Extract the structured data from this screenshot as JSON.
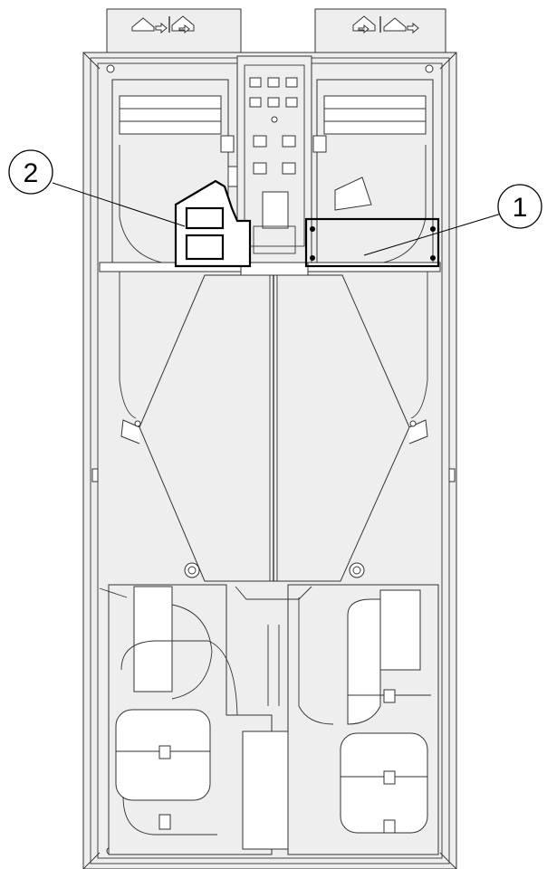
{
  "callouts": [
    {
      "number": "1",
      "target": "control-board-module"
    },
    {
      "number": "2",
      "target": "connector-bracket"
    }
  ],
  "icons": {
    "left_port": "outdoor-air-arrow-icon",
    "right_port": "exhaust-air-arrow-icon"
  },
  "colors": {
    "line": "#000000",
    "fill": "#eeeeee",
    "background": "#ffffff"
  }
}
